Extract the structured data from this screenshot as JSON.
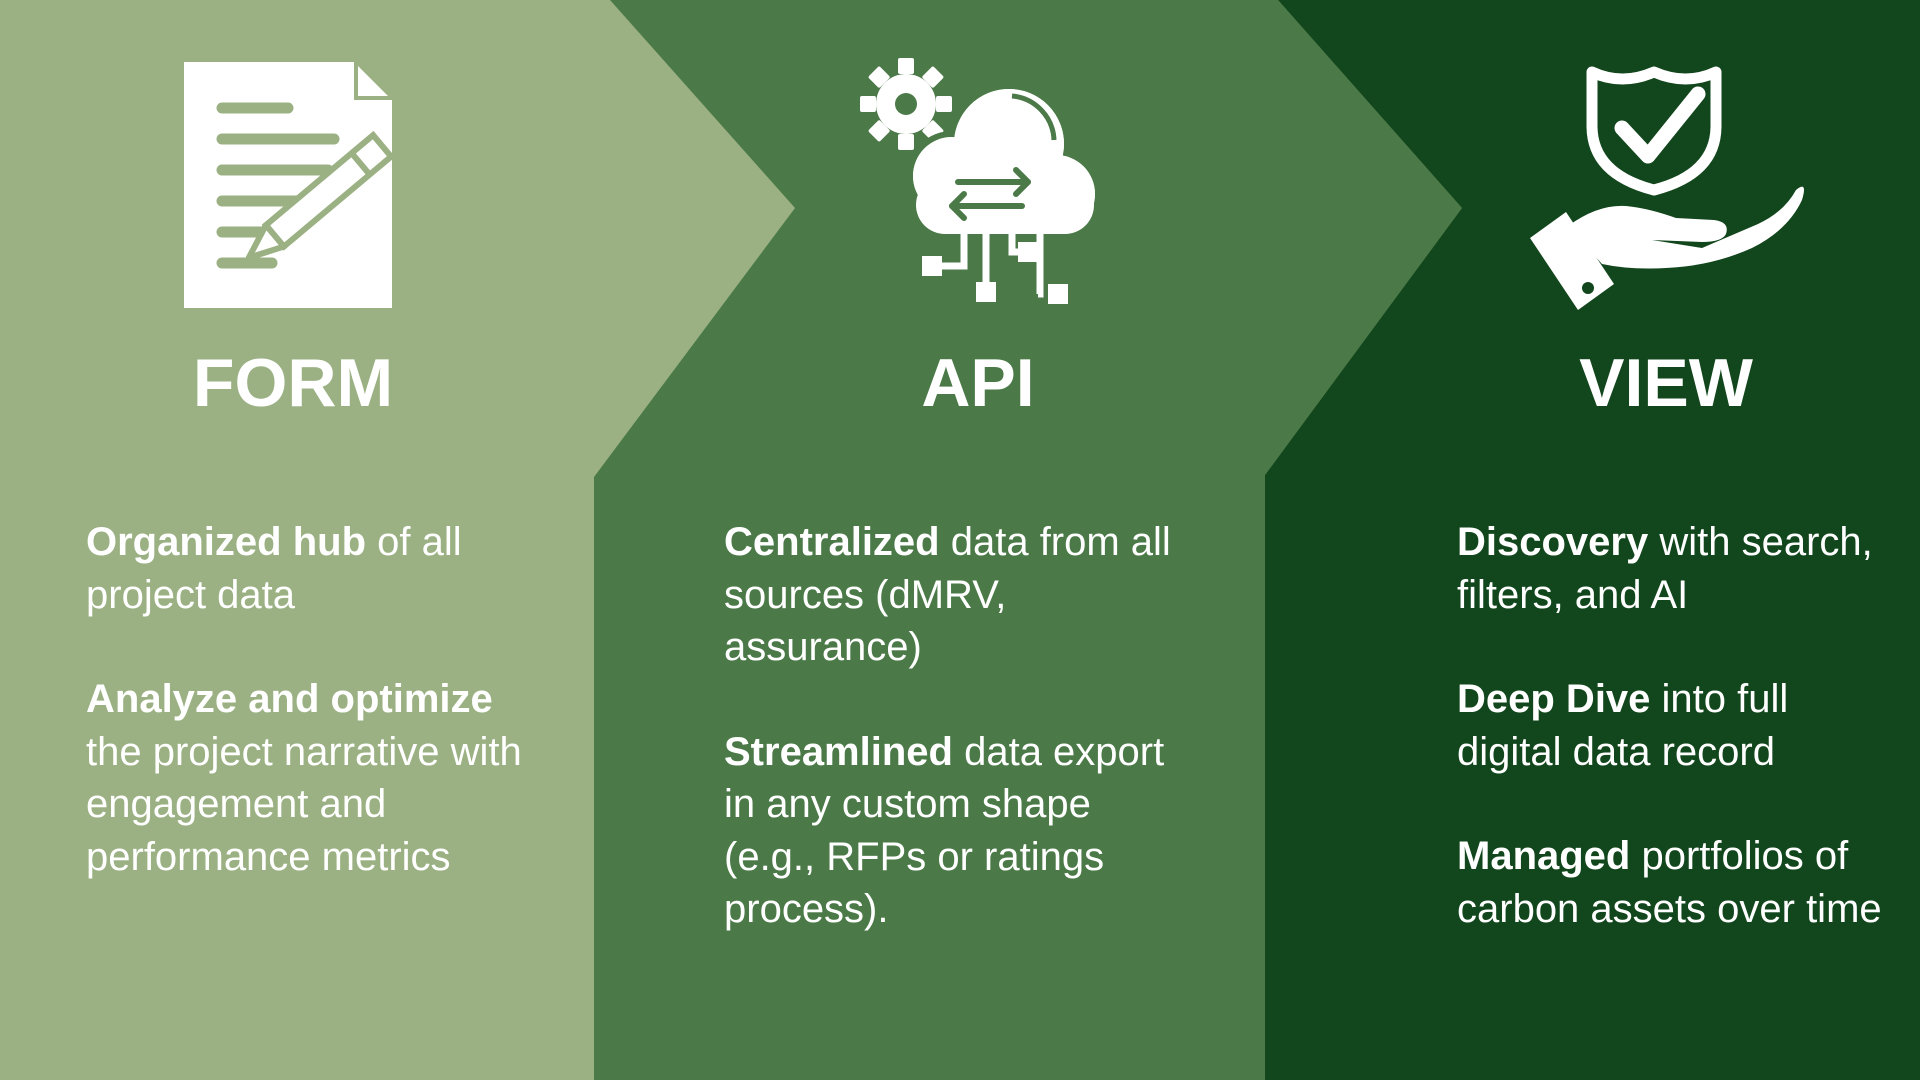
{
  "colors": {
    "panel_form": "#9bb183",
    "panel_api": "#4b7a48",
    "panel_view": "#12461c",
    "text": "#ffffff"
  },
  "columns": [
    {
      "title": "FORM",
      "icon": "document-pencil-icon",
      "points": [
        {
          "bold": "Organized hub",
          "text": " of all project data"
        },
        {
          "bold": "Analyze and optimize",
          "text": " the project narrative with engagement and performance metrics"
        }
      ]
    },
    {
      "title": "API",
      "icon": "cloud-gear-data-icon",
      "points": [
        {
          "bold": "Centralized",
          "text": " data from all sources (dMRV, assurance)"
        },
        {
          "bold": "Streamlined",
          "text": " data export in any custom shape (e.g., RFPs or ratings process)."
        }
      ]
    },
    {
      "title": "VIEW",
      "icon": "hand-shield-check-icon",
      "points": [
        {
          "bold": "Discovery",
          "text": " with search, filters, and AI"
        },
        {
          "bold": "Deep Dive",
          "text": " into full digital data record"
        },
        {
          "bold": "Managed",
          "text": " portfolios of carbon assets over time"
        }
      ]
    }
  ]
}
